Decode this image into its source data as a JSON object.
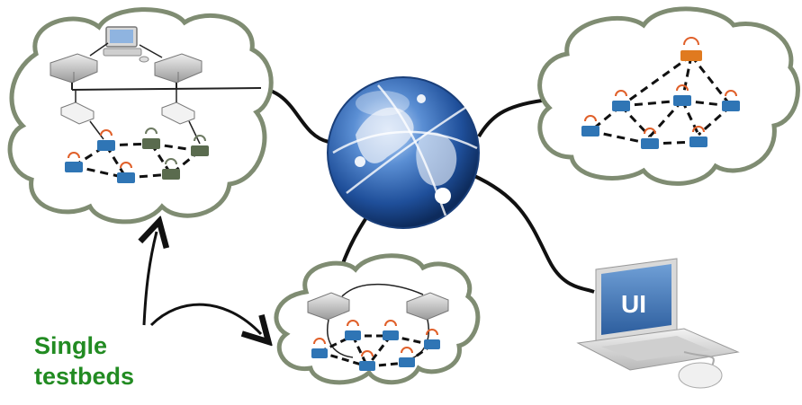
{
  "caption": {
    "line1": "Single",
    "line2": "testbeds"
  },
  "laptop": {
    "screen_label": "UI"
  },
  "colors": {
    "cloud_stroke": "#7f8c72",
    "caption_text": "#228b22",
    "sensor_node": "#2f75b5",
    "sensor_node_inactive": "#5a6b4e",
    "gateway_node": "#e07a1f",
    "radio_waves": "#e0602a",
    "cable": "#111111",
    "globe": "#2b5fa8"
  },
  "icons": [
    "globe-icon",
    "network-cloud-icon",
    "router-icon",
    "workstation-icon",
    "sensor-node-icon",
    "laptop-icon",
    "mouse-icon",
    "arrow-icon"
  ]
}
